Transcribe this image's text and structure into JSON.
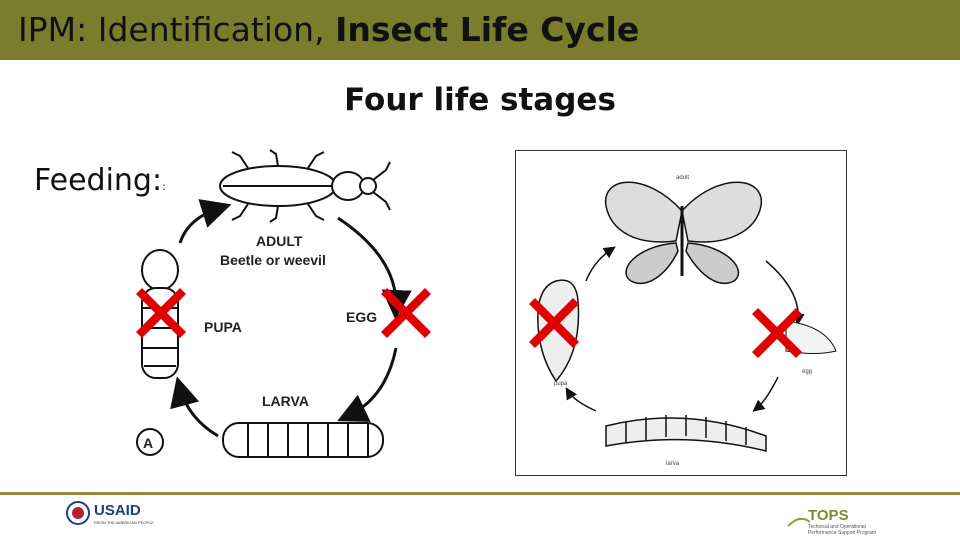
{
  "header": {
    "title_plain": "IPM: Identification,",
    "title_bold": "Insect Life Cycle",
    "color": "#7b7d2d"
  },
  "subtitle": "Four life stages",
  "feeding": {
    "label": "Feeding:",
    "mark": ":"
  },
  "left_figure": {
    "adult": "ADULT",
    "adult_sub": "Beetle or weevil",
    "egg": "EGG",
    "larva": "LARVA",
    "pupa": "PUPA",
    "panel": "A"
  },
  "right_figure": {
    "adult": "adult",
    "egg": "egg",
    "larva": "larva",
    "pupa": "pupa"
  },
  "marks": {
    "x_color": "#e00000",
    "x_icon": "red-x-mark-icon"
  },
  "footer": {
    "usaid_text": "USAID",
    "usaid_sub": "FROM THE AMERICAN PEOPLE",
    "tops_text": "TOPS",
    "tops_sub_1": "Technical and Operational",
    "tops_sub_2": "Performance Support Program"
  }
}
